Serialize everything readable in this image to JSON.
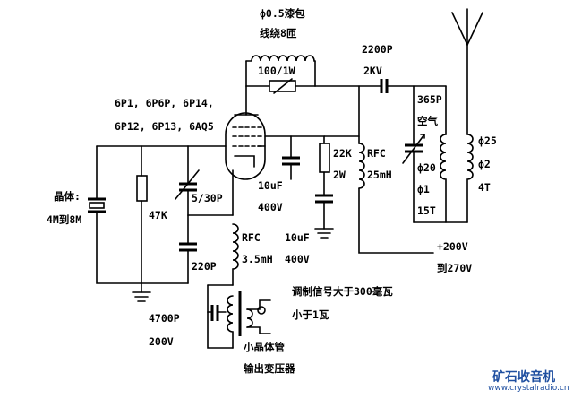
{
  "coil_top": {
    "line1": "ф0.5漆包",
    "line2": "线绕8匝"
  },
  "resistor_top": "100/1W",
  "cap_output": {
    "value": "2200P",
    "voltage": "2KV"
  },
  "tube_types": {
    "line1": "6P1, 6P6P, 6P14,",
    "line2": "6P12, 6P13, 6AQ5"
  },
  "crystal": {
    "label": "晶体:",
    "range": "4M到8M"
  },
  "grid_resistor": "47K",
  "trimmer": "5/30P",
  "cap_grid": "220P",
  "rfc_cathode": {
    "label": "RFC",
    "value": "3.5mH"
  },
  "cap_screen": {
    "value": "10uF",
    "voltage": "400V"
  },
  "cap_bias": {
    "value": "10uF",
    "voltage": "400V"
  },
  "screen_resistor": {
    "value": "22K",
    "power": "2W"
  },
  "rfc_plate": {
    "label": "RFC",
    "value": "25mH"
  },
  "tank_cap": {
    "value": "365P",
    "type": "空气"
  },
  "tank_coil": {
    "line1": "ф20",
    "line2": "ф1",
    "line3": "15T"
  },
  "antenna_coil": {
    "line1": "ф25",
    "line2": "ф2",
    "line3": "4T"
  },
  "supply": {
    "line1": "+200V",
    "line2": "到270V"
  },
  "modulation": {
    "line1": "调制信号大于300毫瓦",
    "line2": "小于1瓦"
  },
  "cap_mod": {
    "value": "4700P",
    "voltage": "200V"
  },
  "transformer": {
    "line1": "小晶体管",
    "line2": "输出变压器"
  },
  "watermark": {
    "title": "矿石收音机",
    "url": "www.crystalradio.cn"
  }
}
